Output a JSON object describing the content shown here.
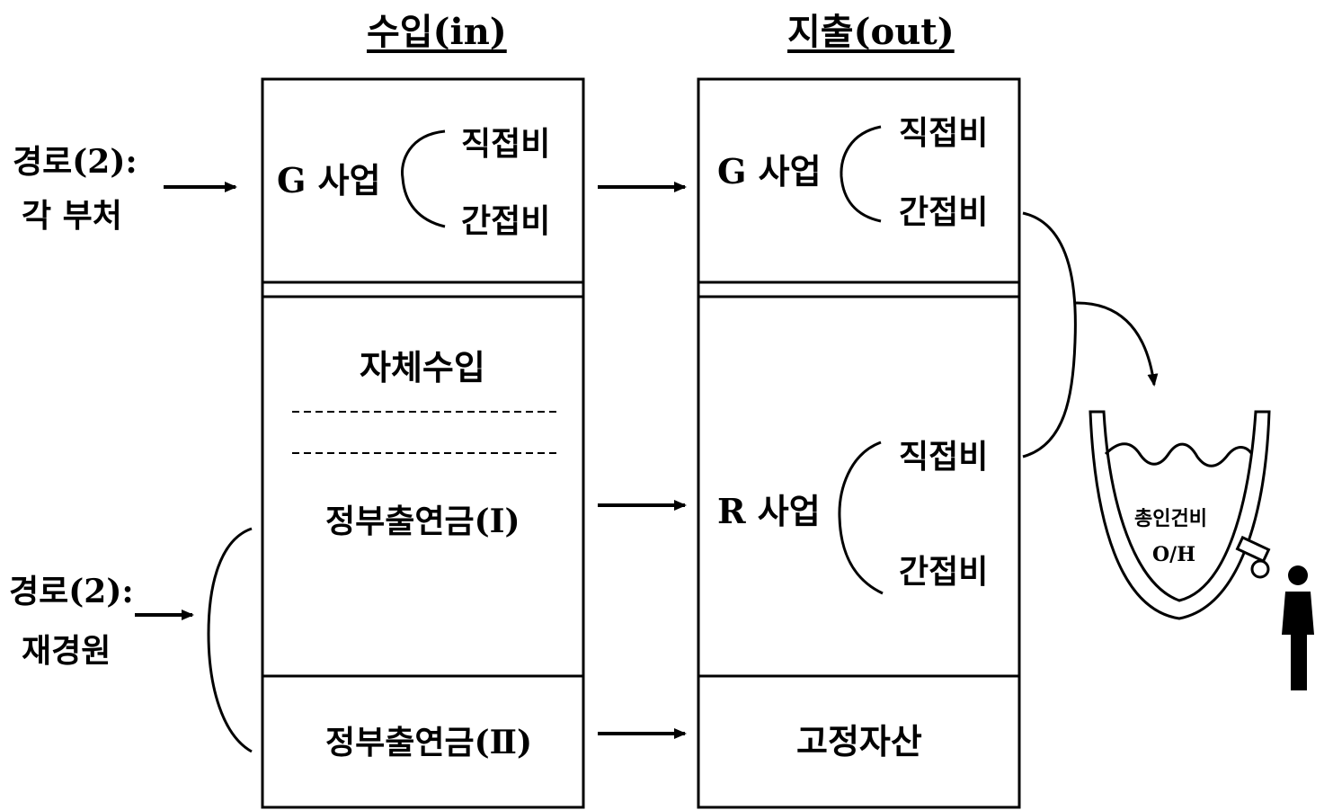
{
  "headers": {
    "in": "수입(in)",
    "out": "지출(out)"
  },
  "paths": [
    {
      "line1": "경로(2):",
      "line2": "각 부처"
    },
    {
      "line1": "경로(2):",
      "line2": "재경원"
    }
  ],
  "income": {
    "g_label": "G 사업",
    "g_direct": "직접비",
    "g_indirect": "간접비",
    "own_income": "자체수입",
    "gov_contrib_1": "정부출연금(Ⅰ)",
    "gov_contrib_2": "정부출연금(Ⅱ)"
  },
  "expense": {
    "g_label": "G 사업",
    "g_direct": "직접비",
    "g_indirect": "간접비",
    "r_label": "R 사업",
    "r_direct": "직접비",
    "r_indirect": "간접비",
    "fixed_assets": "고정자산"
  },
  "pot": {
    "line1": "총인건비",
    "line2": "O/H"
  }
}
